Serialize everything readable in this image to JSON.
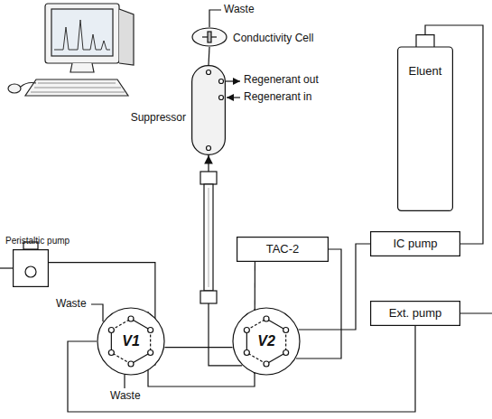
{
  "diagram": {
    "nodes": [
      {
        "text": [
          "Conductivity Cell"
        ]
      },
      {
        "text": [
          "Suppressor"
        ]
      },
      {
        "text": [
          "Peristaltic pump"
        ]
      },
      {
        "text": [
          "Eluent"
        ]
      },
      {
        "text": [
          "TAC-2"
        ]
      },
      {
        "text": [
          "IC pump"
        ]
      },
      {
        "text": [
          "V1"
        ]
      },
      {
        "text": [
          "V2"
        ]
      },
      {
        "text": [
          "Ext. pump"
        ]
      }
    ],
    "edges": [
      {
        "from": 1,
        "to": 0,
        "arrow": "none"
      },
      {
        "from": 7,
        "to": 1,
        "arrow": "to"
      },
      {
        "from": 3,
        "to": 5,
        "arrow": "none"
      },
      {
        "from": 5,
        "to": 7,
        "arrow": "none"
      },
      {
        "from": 4,
        "to": 7,
        "arrow": "none"
      },
      {
        "from": 4,
        "to": 7,
        "arrow": "none"
      },
      {
        "from": 2,
        "to": 6,
        "arrow": "none"
      },
      {
        "from": 6,
        "to": 7,
        "arrow": "none"
      },
      {
        "from": 6,
        "to": 7,
        "arrow": "none"
      },
      {
        "from": 8,
        "to": 6,
        "arrow": "none"
      }
    ],
    "labels": [
      "Waste",
      "Regenerant out",
      "Regenerant in",
      "Waste",
      "Waste"
    ]
  }
}
